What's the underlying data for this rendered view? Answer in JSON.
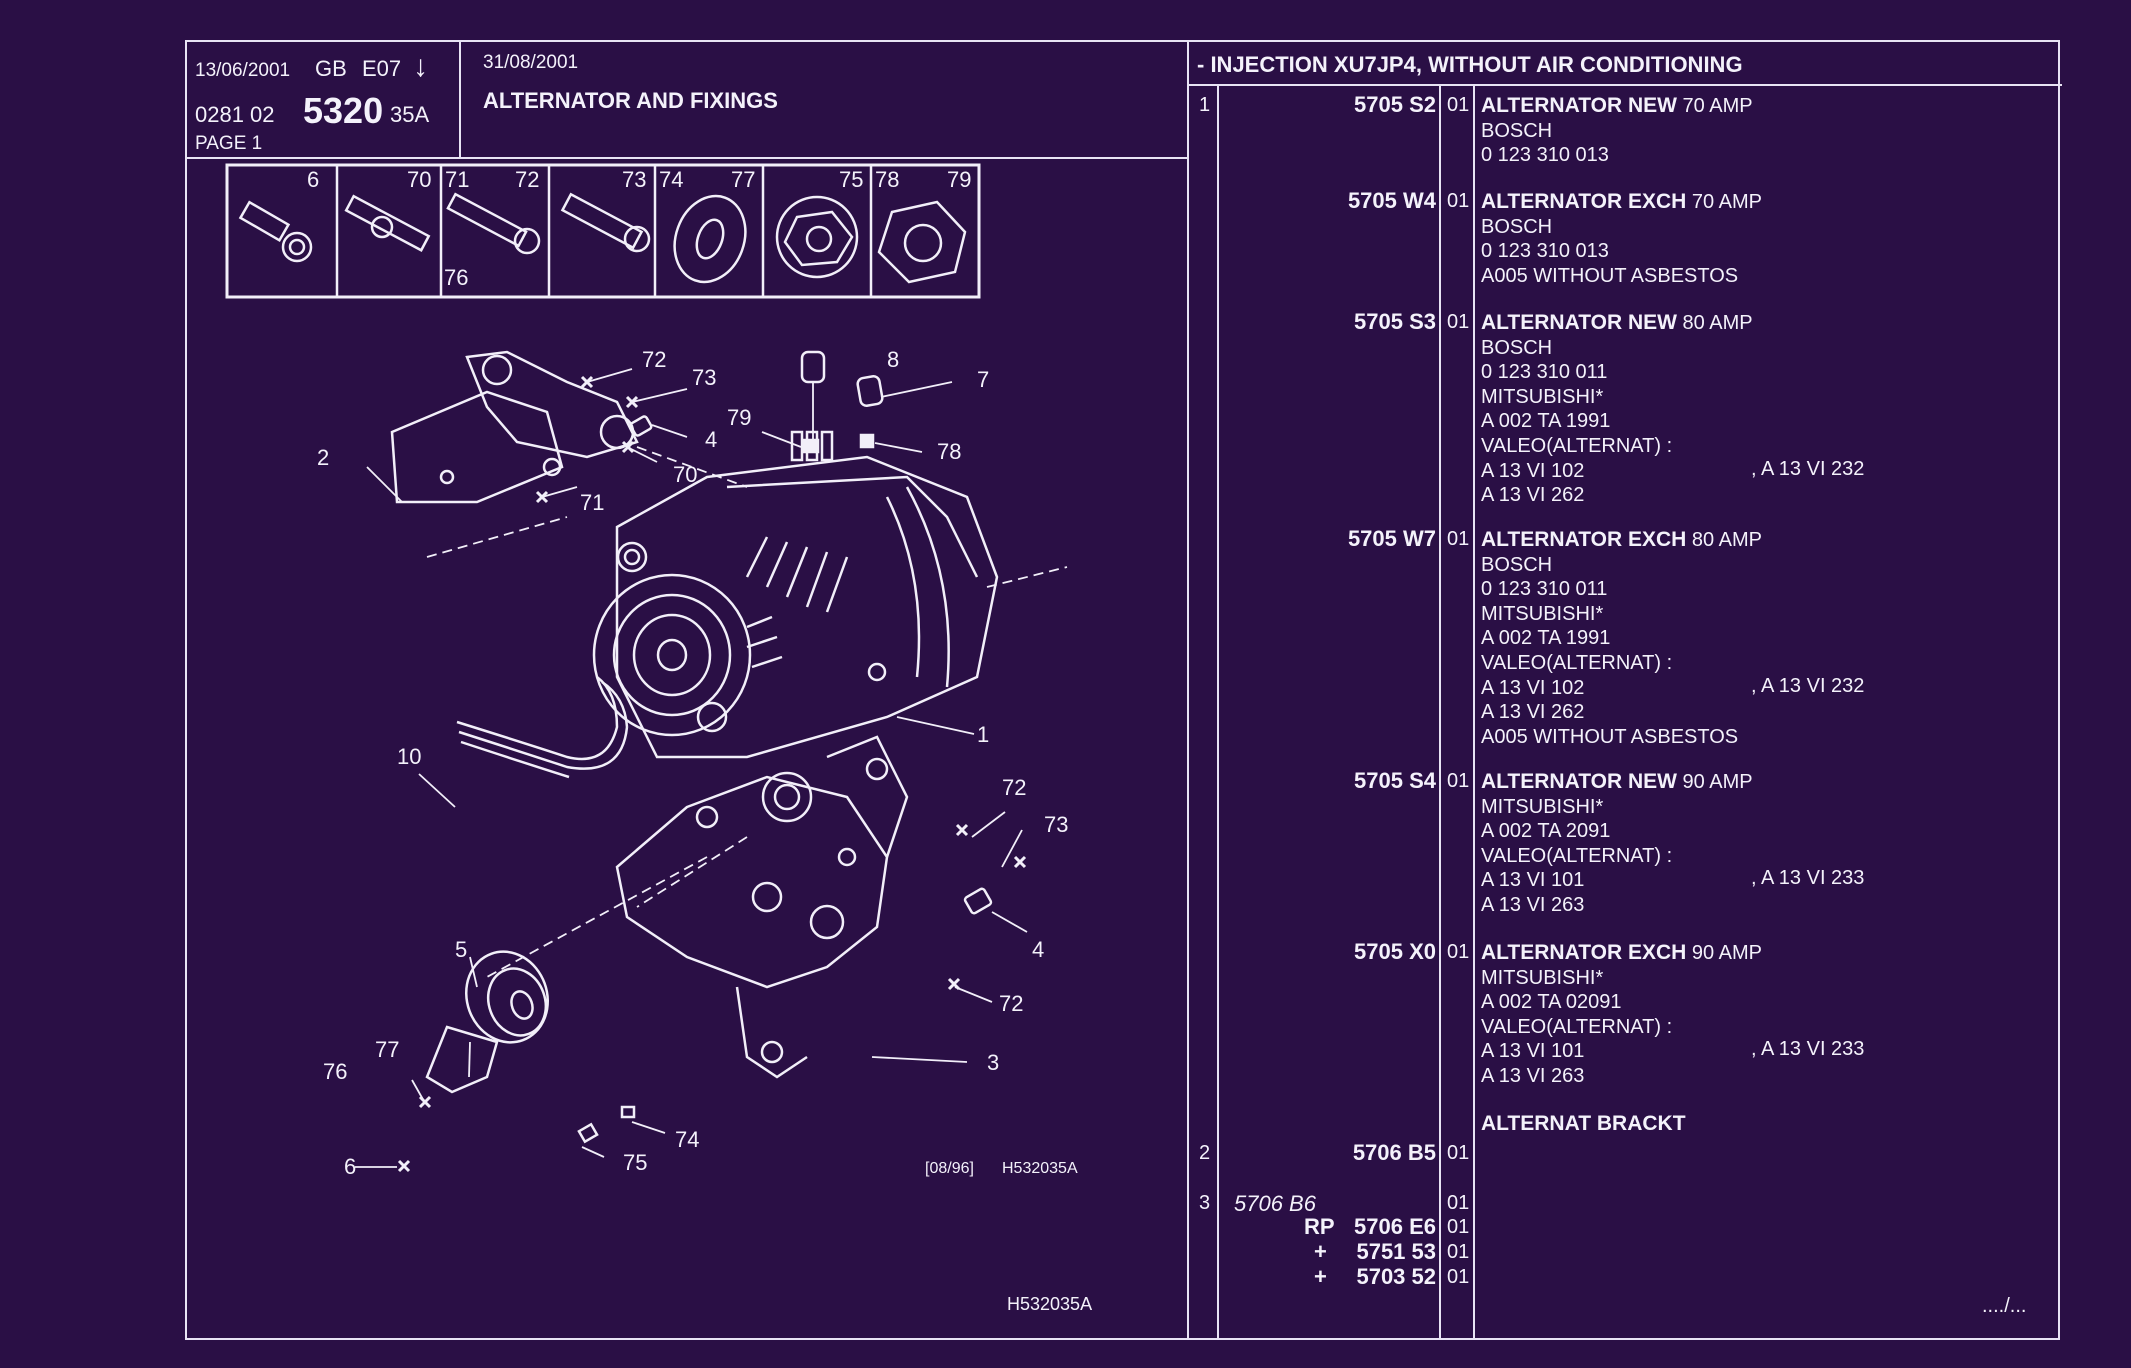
{
  "header": {
    "date1": "13/06/2001",
    "code_gb": "GB",
    "code_e07": "E07",
    "arrow": "↓",
    "ref_prefix": "0281  02",
    "ref_main": "5320",
    "ref_suffix": "35A",
    "page": "PAGE  1",
    "date2": "31/08/2001",
    "title": "ALTERNATOR AND FIXINGS"
  },
  "icons_row": {
    "labels": [
      "6",
      "70",
      "71",
      "72",
      "73",
      "74",
      "77",
      "75",
      "78",
      "79",
      "76"
    ]
  },
  "diagram": {
    "callouts": [
      "72",
      "73",
      "4",
      "70",
      "71",
      "2",
      "8",
      "7",
      "79",
      "78",
      "1",
      "10",
      "72",
      "73",
      "4",
      "72",
      "3",
      "5",
      "77",
      "76",
      "6",
      "75",
      "74"
    ],
    "ref_date": "[08/96]",
    "ref_code": "H532035A",
    "bottom_code": "H532035A"
  },
  "right": {
    "header": "- INJECTION XU7JP4, WITHOUT AIR CONDITIONING",
    "entries": [
      {
        "item": "1",
        "pn": "5705  S2",
        "qty": "01",
        "lines": [
          {
            "b": "ALTERNATOR NEW",
            "n": " 70 AMP"
          },
          {
            "n": "BOSCH"
          },
          {
            "n": "0  123  310  013"
          }
        ]
      },
      {
        "item": "",
        "pn": "5705  W4",
        "qty": "01",
        "lines": [
          {
            "b": "ALTERNATOR EXCH",
            "n": " 70 AMP"
          },
          {
            "n": "BOSCH"
          },
          {
            "n": "0  123  310  013"
          },
          {
            "n": "A005  WITHOUT  ASBESTOS"
          }
        ]
      },
      {
        "item": "",
        "pn": "5705  S3",
        "qty": "01",
        "lines": [
          {
            "b": "ALTERNATOR NEW",
            "n": " 80 AMP"
          },
          {
            "n": "BOSCH"
          },
          {
            "n": "0  123  310  011"
          },
          {
            "n": "MITSUBISHI*"
          },
          {
            "n": "A  002  TA  1991"
          },
          {
            "n": "VALEO(ALTERNAT) :"
          },
          {
            "n": "A  13  VI  102",
            "r": ", A  13  VI  232"
          },
          {
            "n": "A  13  VI  262"
          }
        ]
      },
      {
        "item": "",
        "pn": "5705  W7",
        "qty": "01",
        "lines": [
          {
            "b": "ALTERNATOR EXCH",
            "n": " 80 AMP"
          },
          {
            "n": "BOSCH"
          },
          {
            "n": "0  123  310  011"
          },
          {
            "n": "MITSUBISHI*"
          },
          {
            "n": "A  002  TA  1991"
          },
          {
            "n": "VALEO(ALTERNAT) :"
          },
          {
            "n": "A  13  VI  102",
            "r": ", A  13  VI  232"
          },
          {
            "n": "A  13  VI  262"
          },
          {
            "n": "A005  WITHOUT  ASBESTOS"
          }
        ]
      },
      {
        "item": "",
        "pn": "5705  S4",
        "qty": "01",
        "lines": [
          {
            "b": "ALTERNATOR NEW",
            "n": " 90 AMP"
          },
          {
            "n": "MITSUBISHI*"
          },
          {
            "n": "A  002  TA  2091"
          },
          {
            "n": "VALEO(ALTERNAT) :"
          },
          {
            "n": "A  13  VI  101",
            "r": ", A  13  VI  233"
          },
          {
            "n": "A  13  VI  263"
          }
        ]
      },
      {
        "item": "",
        "pn": "5705  X0",
        "qty": "01",
        "lines": [
          {
            "b": "ALTERNATOR EXCH",
            "n": " 90 AMP"
          },
          {
            "n": "MITSUBISHI*"
          },
          {
            "n": "A  002  TA  02091"
          },
          {
            "n": "VALEO(ALTERNAT) :"
          },
          {
            "n": "A  13  VI  101",
            "r": ", A  13  VI  233"
          },
          {
            "n": "A  13  VI  263"
          }
        ]
      }
    ],
    "bracket_label": "ALTERNAT BRACKT",
    "item2": {
      "item": "2",
      "pn": "5706  B5",
      "qty": "01"
    },
    "item3": {
      "item": "3",
      "pn_italic": "5706  B6",
      "qty": "01"
    },
    "sub_rows": [
      {
        "prefix": "RP",
        "pn": "5706  E6",
        "qty": "01"
      },
      {
        "prefix": "+",
        "pn": "5751  53",
        "qty": "01"
      },
      {
        "prefix": "+",
        "pn": "5703  52",
        "qty": "01"
      }
    ],
    "continued": "..../..."
  }
}
